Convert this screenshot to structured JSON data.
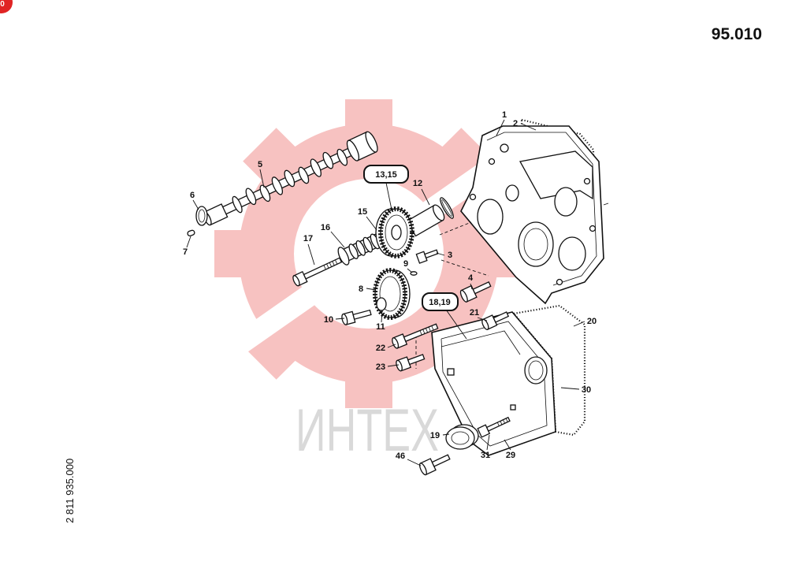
{
  "page": {
    "number": "95.010",
    "part_code": "2 811 935.000",
    "badge": "0"
  },
  "watermark": {
    "text": "ИНТЕХ",
    "gear_color": "#e53935",
    "text_color": "#d9d9d9"
  },
  "callouts": [
    "1",
    "2",
    "5",
    "6",
    "7",
    "12",
    "13,15",
    "15",
    "16",
    "17",
    "9",
    "3",
    "8",
    "4",
    "18,19",
    "21",
    "20",
    "10",
    "11",
    "22",
    "23",
    "30",
    "19",
    "31",
    "29",
    "46"
  ]
}
